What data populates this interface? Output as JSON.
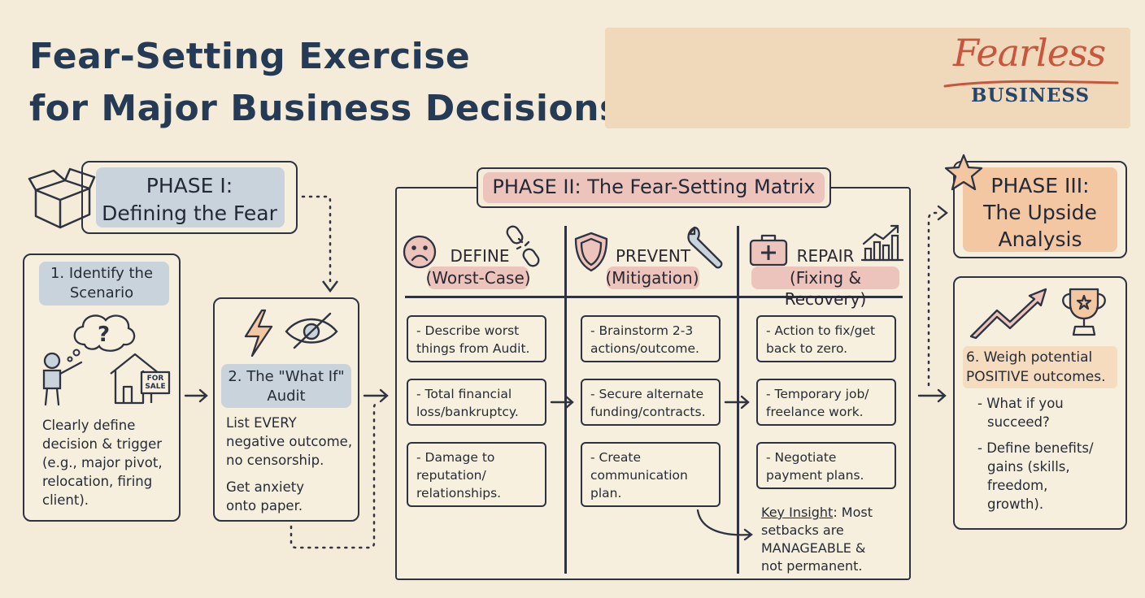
{
  "title": {
    "line1": "Fear-Setting Exercise",
    "line2": "for Major Business Decisions"
  },
  "logo": {
    "script": "Fearless",
    "sub": "BUSINESS"
  },
  "phase1": {
    "header_line1": "PHASE I:",
    "header_line2": "Defining the Fear",
    "step1": {
      "title_line1": "1. Identify the",
      "title_line2": "Scenario",
      "sign_line1": "FOR",
      "sign_line2": "SALE",
      "body": [
        "Clearly define",
        "decision & trigger",
        "(e.g., major pivot,",
        "relocation, firing",
        "client)."
      ]
    },
    "step2": {
      "title_line1": "2. The \"What If\"",
      "title_line2": "Audit",
      "body1": [
        "List EVERY",
        "negative outcome,",
        "no censorship."
      ],
      "body2": [
        "Get anxiety",
        "onto paper."
      ]
    }
  },
  "phase2": {
    "header": "PHASE II: The Fear-Setting Matrix",
    "columns": [
      {
        "title": "DEFINE",
        "subtitle": "(Worst-Case)",
        "cells": [
          [
            "- Describe worst",
            "things from Audit."
          ],
          [
            "- Total financial",
            "loss/bankruptcy."
          ],
          [
            "- Damage to",
            "reputation/",
            "relationships."
          ]
        ]
      },
      {
        "title": "PREVENT",
        "subtitle": "(Mitigation)",
        "cells": [
          [
            "- Brainstorm 2-3",
            "actions/outcome."
          ],
          [
            "- Secure alternate",
            "funding/contracts."
          ],
          [
            "- Create",
            "communication",
            "plan."
          ]
        ]
      },
      {
        "title": "REPAIR",
        "subtitle": "(Fixing & Recovery)",
        "cells": [
          [
            "- Action to fix/get",
            "back to zero."
          ],
          [
            "- Temporary job/",
            "freelance work."
          ],
          [
            "- Negotiate",
            "payment plans."
          ]
        ]
      }
    ],
    "insight": {
      "label": "Key Insight",
      "text_line1": ": Most",
      "text_line2": "setbacks are",
      "text_line3": "MANAGEABLE &",
      "text_line4": "not permanent."
    }
  },
  "phase3": {
    "header_line1": "PHASE III:",
    "header_line2": "The Upside",
    "header_line3": "Analysis",
    "step6": {
      "title_line1": "6. Weigh potential",
      "title_line2": "POSITIVE outcomes.",
      "bullets": [
        [
          "- What if you",
          "succeed?"
        ],
        [
          "- Define benefits/",
          "gains (skills,",
          "freedom,",
          "growth)."
        ]
      ]
    }
  },
  "colors": {
    "ink": "#2f3340",
    "title": "#253a55",
    "highlight_blue": "#c9d3dc",
    "highlight_pink": "#ecc4bb",
    "highlight_orange": "#f2c7a2",
    "accent_red": "#c8563f",
    "background": "#f4ecd9"
  },
  "icons": [
    "box-icon",
    "thought-cloud-question-icon",
    "person-icon",
    "house-for-sale-icon",
    "lightning-icon",
    "eye-slash-icon",
    "sad-face-icon",
    "broken-chain-icon",
    "shield-icon",
    "wrench-icon",
    "first-aid-kit-icon",
    "bar-chart-growth-icon",
    "star-icon",
    "trend-arrow-icon",
    "trophy-icon"
  ]
}
